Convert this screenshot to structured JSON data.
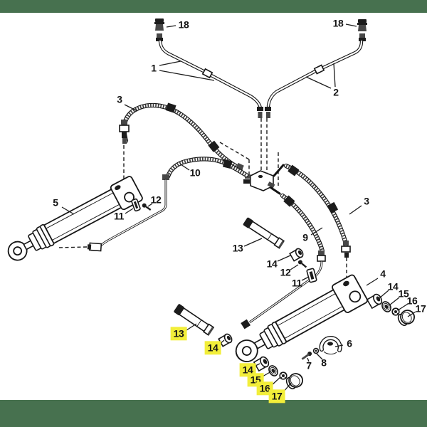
{
  "colors": {
    "band": "#47714f",
    "highlight": "#f2ee3a",
    "line": "#1b1b1b",
    "background": "#ffffff"
  },
  "callouts": [
    {
      "id": "18-left",
      "text": "18",
      "highlighted": false
    },
    {
      "id": "18-right",
      "text": "18",
      "highlighted": false
    },
    {
      "id": "1",
      "text": "1",
      "highlighted": false
    },
    {
      "id": "2",
      "text": "2",
      "highlighted": false
    },
    {
      "id": "3-left",
      "text": "3",
      "highlighted": false
    },
    {
      "id": "3-right",
      "text": "3",
      "highlighted": false
    },
    {
      "id": "10",
      "text": "10",
      "highlighted": false
    },
    {
      "id": "9",
      "text": "9",
      "highlighted": false
    },
    {
      "id": "5",
      "text": "5",
      "highlighted": false
    },
    {
      "id": "11-left",
      "text": "11",
      "highlighted": false
    },
    {
      "id": "12-left",
      "text": "12",
      "highlighted": false
    },
    {
      "id": "13-center",
      "text": "13",
      "highlighted": false
    },
    {
      "id": "14-center",
      "text": "14",
      "highlighted": false
    },
    {
      "id": "12-center",
      "text": "12",
      "highlighted": false
    },
    {
      "id": "11-center",
      "text": "11",
      "highlighted": false
    },
    {
      "id": "4",
      "text": "4",
      "highlighted": false
    },
    {
      "id": "14-right",
      "text": "14",
      "highlighted": false
    },
    {
      "id": "15-right",
      "text": "15",
      "highlighted": false
    },
    {
      "id": "16-right",
      "text": "16",
      "highlighted": false
    },
    {
      "id": "17-right",
      "text": "17",
      "highlighted": false
    },
    {
      "id": "6",
      "text": "6",
      "highlighted": false
    },
    {
      "id": "7",
      "text": "7",
      "highlighted": false
    },
    {
      "id": "8",
      "text": "8",
      "highlighted": false
    },
    {
      "id": "13-highlight",
      "text": "13",
      "highlighted": true
    },
    {
      "id": "14-highlight-a",
      "text": "14",
      "highlighted": true
    },
    {
      "id": "14-highlight-b",
      "text": "14",
      "highlighted": true
    },
    {
      "id": "15-highlight",
      "text": "15",
      "highlighted": true
    },
    {
      "id": "16-highlight",
      "text": "16",
      "highlighted": true
    },
    {
      "id": "17-highlight",
      "text": "17",
      "highlighted": true
    }
  ]
}
